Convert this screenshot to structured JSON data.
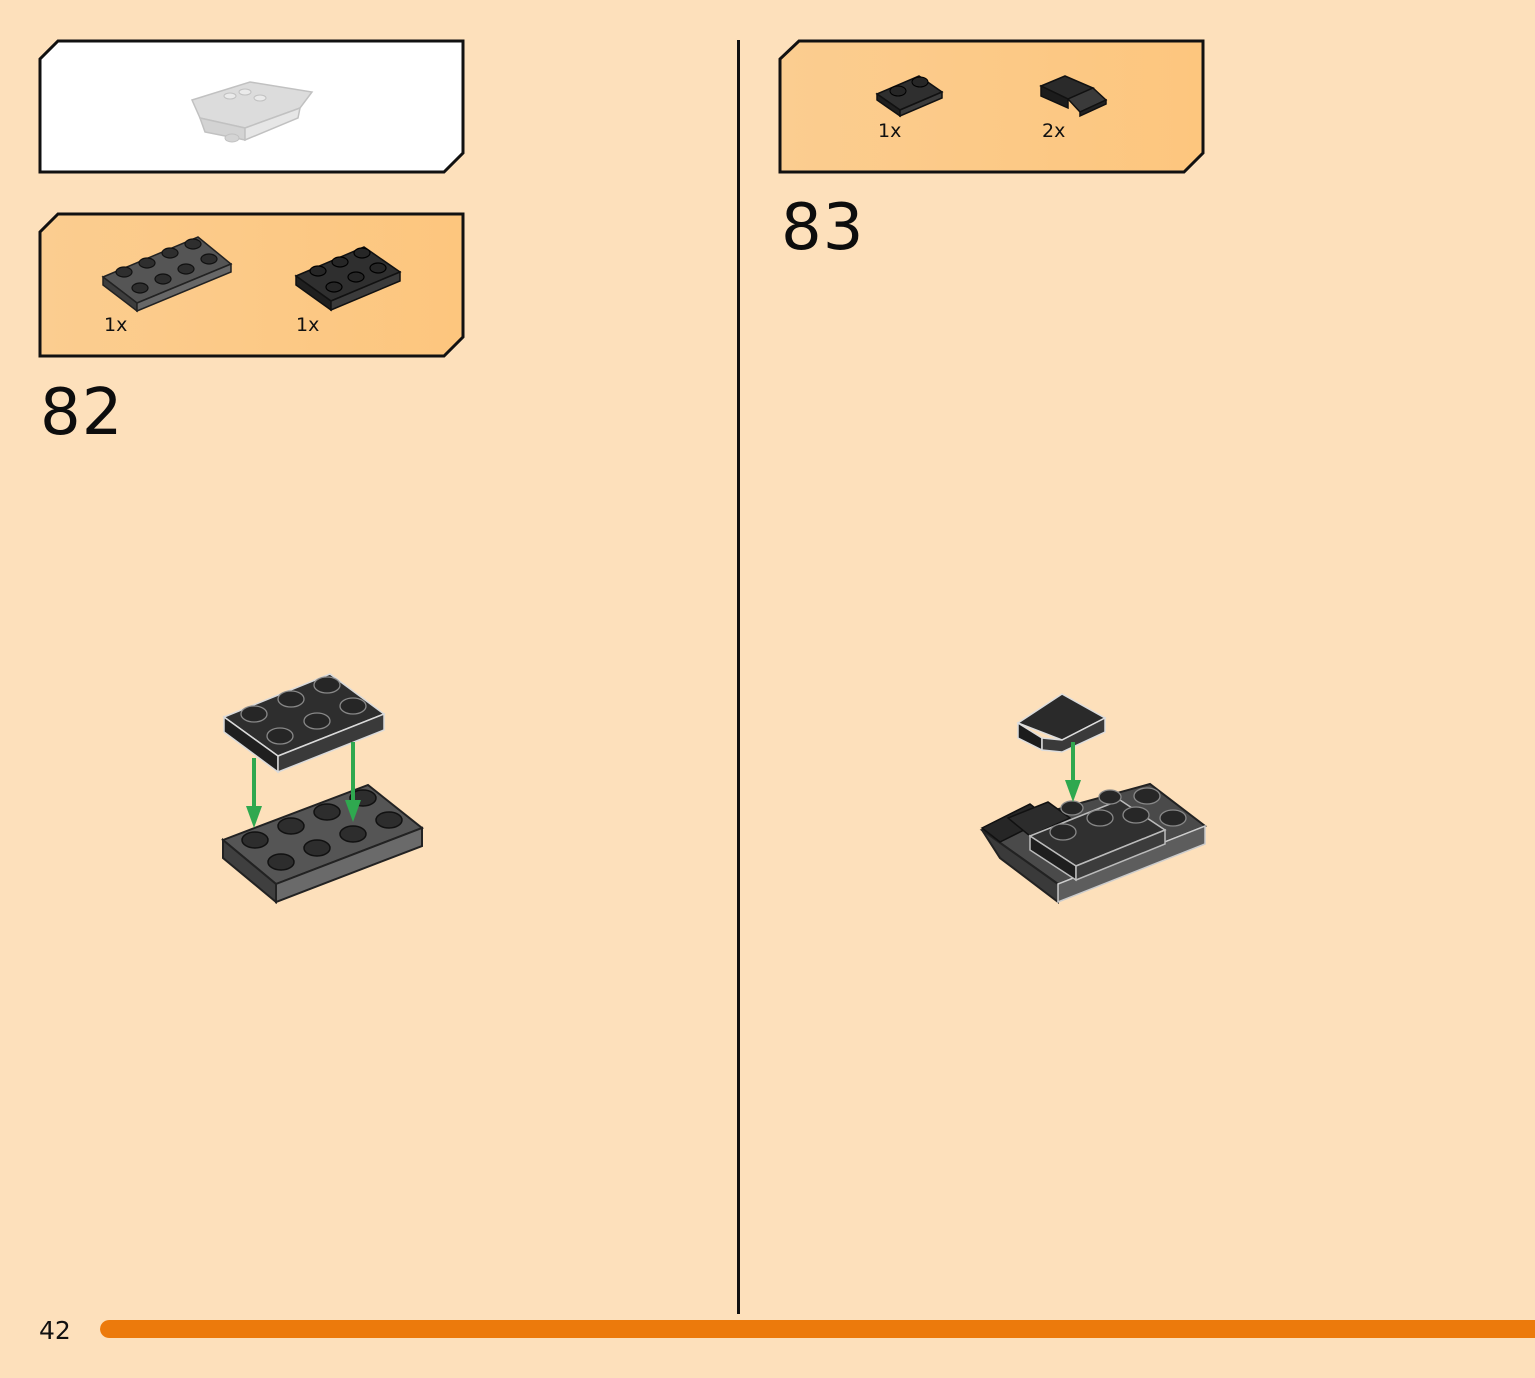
{
  "page": {
    "number": "42",
    "progress_percent": 100,
    "background_color": "#fde0bb",
    "accent_color": "#ec7a0c"
  },
  "left_column": {
    "submodel_callout": {
      "icon": "grey-submodel-preview-icon"
    },
    "parts_callout": {
      "items": [
        {
          "icon": "dark-grey-plate-2x4-icon",
          "qty": "1x"
        },
        {
          "icon": "black-plate-2x3-icon",
          "qty": "1x"
        }
      ]
    },
    "step": {
      "number": "82",
      "illustration": "plate-stack-assembly-icon"
    }
  },
  "right_column": {
    "parts_callout": {
      "items": [
        {
          "icon": "black-plate-1x2-icon",
          "qty": "1x"
        },
        {
          "icon": "black-slope-tile-icon",
          "qty": "2x"
        }
      ]
    },
    "step": {
      "number": "83",
      "illustration": "slope-assembly-icon"
    }
  },
  "colors": {
    "callout_fill": "#fdc985",
    "callout_white": "#ffffff",
    "arrow_green": "#2fa84f",
    "brick_black": "#2a2a2a",
    "brick_dark_grey": "#5a5a5a"
  }
}
